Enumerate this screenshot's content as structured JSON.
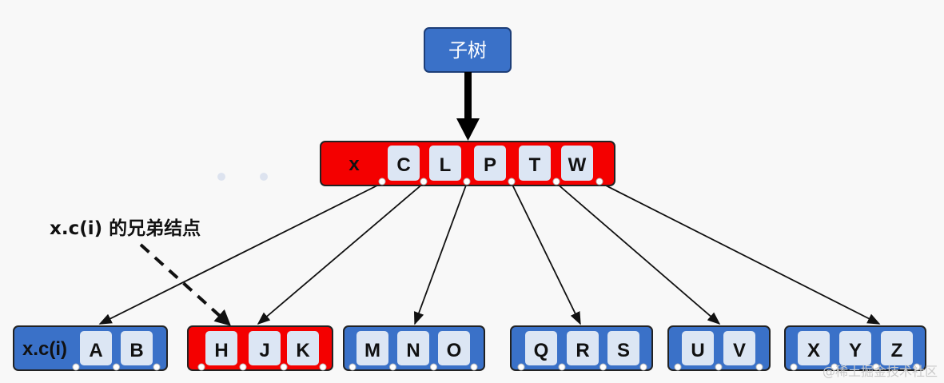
{
  "root_label": "子树",
  "node_x_label": "x",
  "node_x_keys": [
    "C",
    "L",
    "P",
    "T",
    "W"
  ],
  "annotation": "x.c(i) 的兄弟结点",
  "children": [
    {
      "label": "x.c(i)",
      "keys": [
        "A",
        "B"
      ],
      "highlight": false
    },
    {
      "label": "",
      "keys": [
        "H",
        "J",
        "K"
      ],
      "highlight": true
    },
    {
      "label": "",
      "keys": [
        "M",
        "N",
        "O"
      ],
      "highlight": false
    },
    {
      "label": "",
      "keys": [
        "Q",
        "R",
        "S"
      ],
      "highlight": false
    },
    {
      "label": "",
      "keys": [
        "U",
        "V"
      ],
      "highlight": false
    },
    {
      "label": "",
      "keys": [
        "X",
        "Y",
        "Z"
      ],
      "highlight": false
    }
  ],
  "watermark": "@稀土掘金技术社区",
  "colors": {
    "blue_node": "#3a71c8",
    "red_node": "#f40000",
    "key_box": "#dce6f4",
    "border": "#222222",
    "background": "#f8f8f8"
  }
}
